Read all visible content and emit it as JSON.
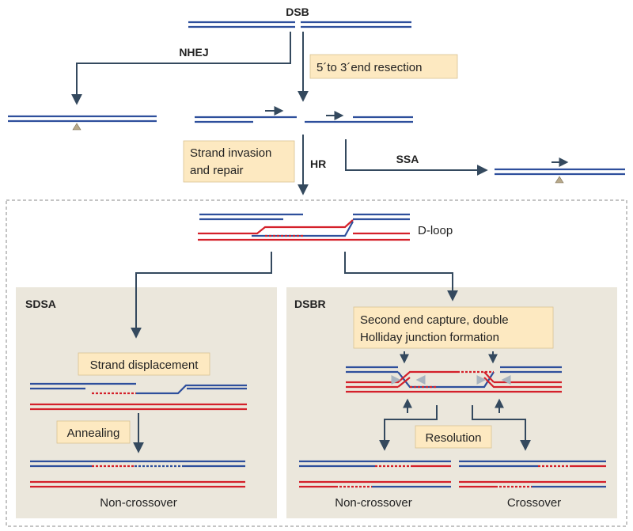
{
  "labels": {
    "dsb": "DSB",
    "nhej": "NHEJ",
    "resection": "5´to 3´end resection",
    "strand_invasion_1": "Strand invasion",
    "strand_invasion_2": "and repair",
    "hr": "HR",
    "ssa": "SSA",
    "dloop": "D-loop",
    "sdsa": "SDSA",
    "dsbr": "DSBR",
    "strand_displacement": "Strand displacement",
    "annealing": "Annealing",
    "non_crossover_left": "Non-crossover",
    "second_end_1": "Second end capture, double",
    "second_end_2": "Holliday junction formation",
    "resolution": "Resolution",
    "non_crossover_right": "Non-crossover",
    "crossover": "Crossover"
  },
  "colors": {
    "blue_strand": "#2e4f9c",
    "red_strand": "#d4202a",
    "arrow": "#34495e",
    "label_box": "#fde9c1",
    "panel": "#ebe7dc",
    "lesion_marker": "#b8a98a",
    "junction_arrow": "#a8b4c0"
  }
}
